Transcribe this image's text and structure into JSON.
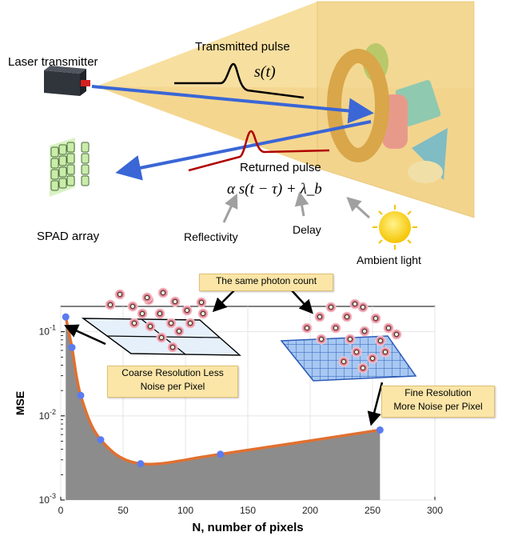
{
  "top": {
    "laser_label": "Laser transmitter",
    "transmitted_label": "Transmitted pulse",
    "transmitted_eq": "s(t)",
    "returned_label": "Returned pulse",
    "returned_eq": "α s(t − τ) + λ_b",
    "spad_label": "SPAD array",
    "reflectivity_label": "Reflectivity",
    "delay_label": "Delay",
    "ambient_label": "Ambient light"
  },
  "callouts": {
    "same_count": "The same photon count",
    "coarse_line1": "Coarse Resolution Less",
    "coarse_line2": "Noise per Pixel",
    "fine_line1": "Fine Resolution",
    "fine_line2": "More Noise per Pixel"
  },
  "chart_data": {
    "type": "area",
    "xlabel": "N, number of pixels",
    "ylabel": "MSE",
    "xlim": [
      0,
      300
    ],
    "ylim": [
      0.001,
      0.2
    ],
    "yscale": "log",
    "x_ticks": [
      "0",
      "50",
      "100",
      "150",
      "200",
      "250",
      "300"
    ],
    "y_ticks": [
      "10-3",
      "10-2",
      "10-1"
    ],
    "points": [
      {
        "x": 4,
        "y": 0.15
      },
      {
        "x": 9,
        "y": 0.065
      },
      {
        "x": 16,
        "y": 0.0175
      },
      {
        "x": 32,
        "y": 0.0052
      },
      {
        "x": 64,
        "y": 0.0027
      },
      {
        "x": 128,
        "y": 0.0035
      },
      {
        "x": 256,
        "y": 0.0068
      }
    ],
    "colors": {
      "curve": "#e07030",
      "marker": "#5b7bf0",
      "fill": "#8c8c8c"
    }
  }
}
